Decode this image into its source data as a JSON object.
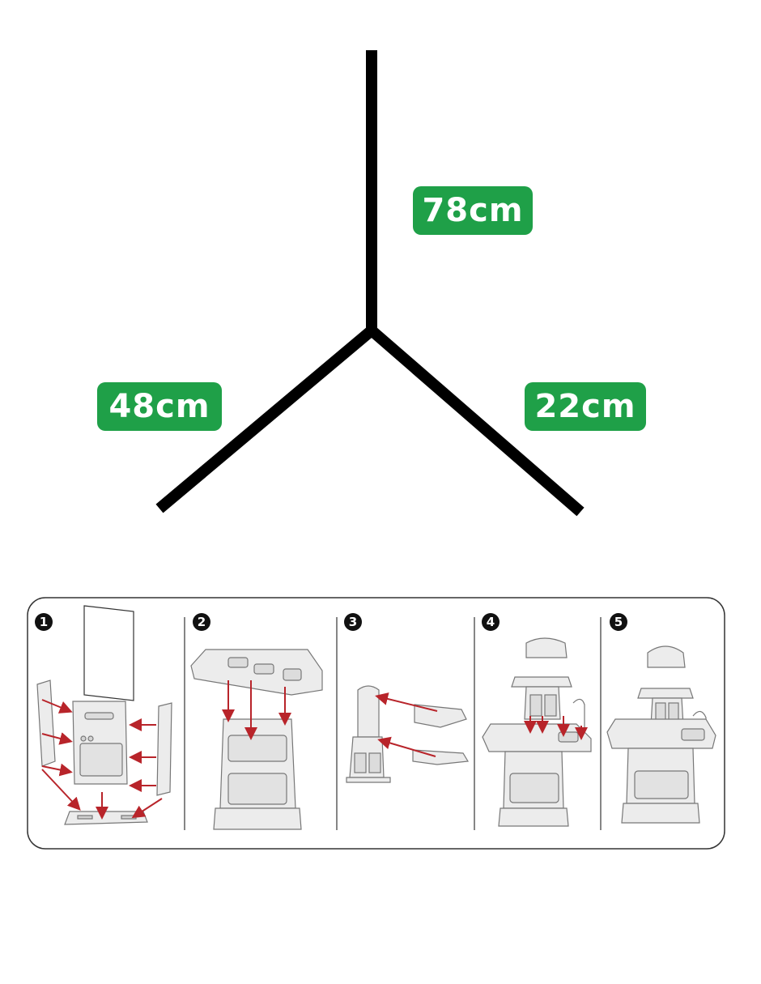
{
  "dimensions": {
    "height": "78cm",
    "width": "48cm",
    "depth": "22cm"
  },
  "colors": {
    "badge": "#1fa048",
    "arrow": "#b8242a",
    "part": "#ececec",
    "outline": "#777777"
  },
  "steps": [
    "1",
    "2",
    "3",
    "4",
    "5"
  ]
}
